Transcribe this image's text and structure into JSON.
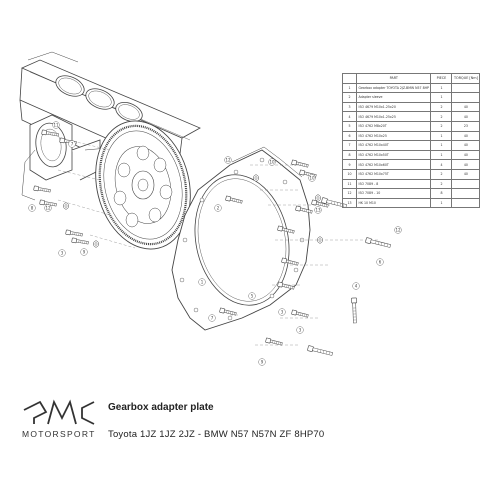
{
  "bom_table": {
    "headers": [
      "",
      "PART",
      "PIECE",
      "TORQUE [Nm]"
    ],
    "rows": [
      {
        "no": "1",
        "part": "Gearbox adapter TOYOTA 2JZ-BMW N57 8HP",
        "pieces": "1",
        "torque": ""
      },
      {
        "no": "2",
        "part": "Adapter sleeve",
        "pieces": "1",
        "torque": ""
      },
      {
        "no": "3",
        "part": "ISO 4679 M10x1.25x20",
        "pieces": "2",
        "torque": "40"
      },
      {
        "no": "4",
        "part": "ISO 4679 M10x1.25x25",
        "pieces": "2",
        "torque": "40"
      },
      {
        "no": "5",
        "part": "ISO 4762 M8x20T",
        "pieces": "2",
        "torque": "23"
      },
      {
        "no": "6",
        "part": "ISO 4762 M10x25",
        "pieces": "1",
        "torque": "40"
      },
      {
        "no": "7",
        "part": "ISO 4762 M10x40T",
        "pieces": "1",
        "torque": "40"
      },
      {
        "no": "8",
        "part": "ISO 4762 M10x50T",
        "pieces": "1",
        "torque": "40"
      },
      {
        "no": "9",
        "part": "ISO 4762 M10x60T",
        "pieces": "4",
        "torque": "40"
      },
      {
        "no": "10",
        "part": "ISO 4762 M10x75T",
        "pieces": "2",
        "torque": "40"
      },
      {
        "no": "11",
        "part": "ISO 7089 - 8",
        "pieces": "2",
        "torque": ""
      },
      {
        "no": "12",
        "part": "ISO 7089 - 10",
        "pieces": "8",
        "torque": ""
      },
      {
        "no": "13",
        "part": "HK 10 M10",
        "pieces": "1",
        "torque": ""
      }
    ]
  },
  "callouts": [
    "1",
    "2",
    "3",
    "4",
    "5",
    "6",
    "7",
    "8",
    "9",
    "10",
    "11",
    "12",
    "13"
  ],
  "brand": {
    "name": "MOTORSPORT"
  },
  "title": "Gearbox adapter plate",
  "subtitle": "Toyota 1JZ 1JZ 2JZ - BMW N57 N57N ZF 8HP70",
  "colors": {
    "line": "#444444",
    "text": "#222222",
    "background": "#ffffff"
  }
}
